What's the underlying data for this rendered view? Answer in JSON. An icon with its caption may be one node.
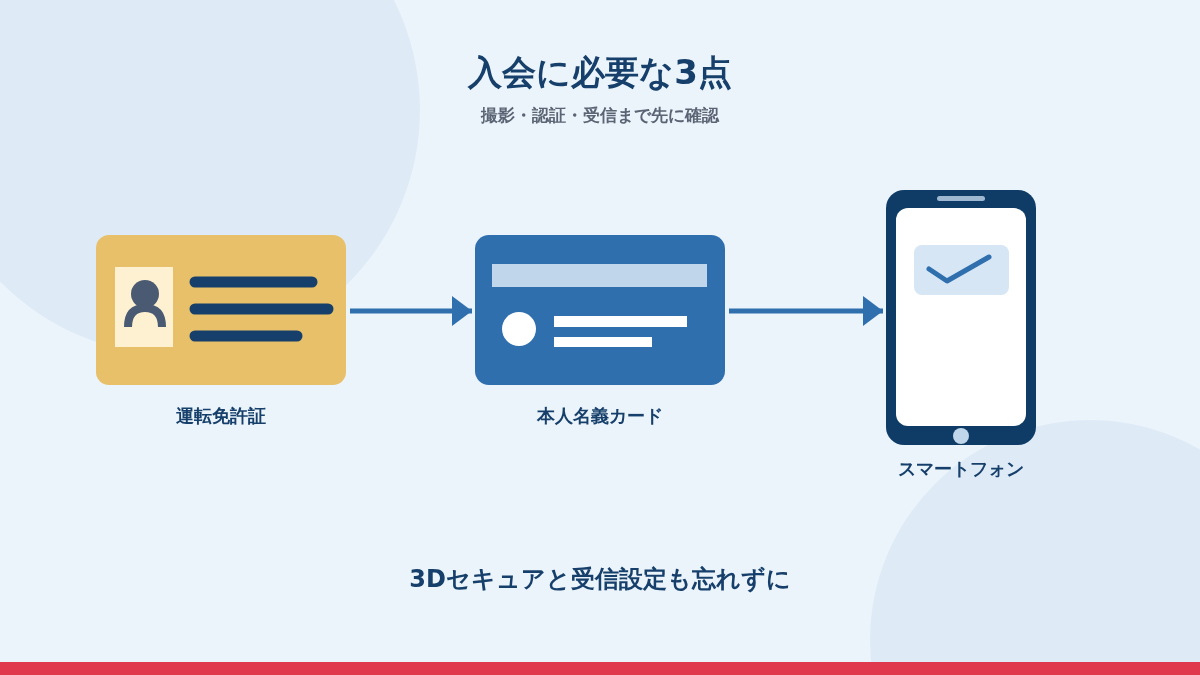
{
  "diagram": {
    "title": "入会に必要な3点",
    "nodes": [
      {
        "text": [
          "運転免許証"
        ]
      },
      {
        "text": [
          "本人名義カード"
        ]
      },
      {
        "text": [
          "スマートフォン"
        ]
      }
    ],
    "edges": [
      {
        "from": 0,
        "to": 1,
        "arrow": "to"
      },
      {
        "from": 1,
        "to": 2,
        "arrow": "to"
      }
    ],
    "labels": [
      "撮影・認証・受信まで先に確認",
      "3Dセキュアと受信設定も忘れずに"
    ]
  }
}
